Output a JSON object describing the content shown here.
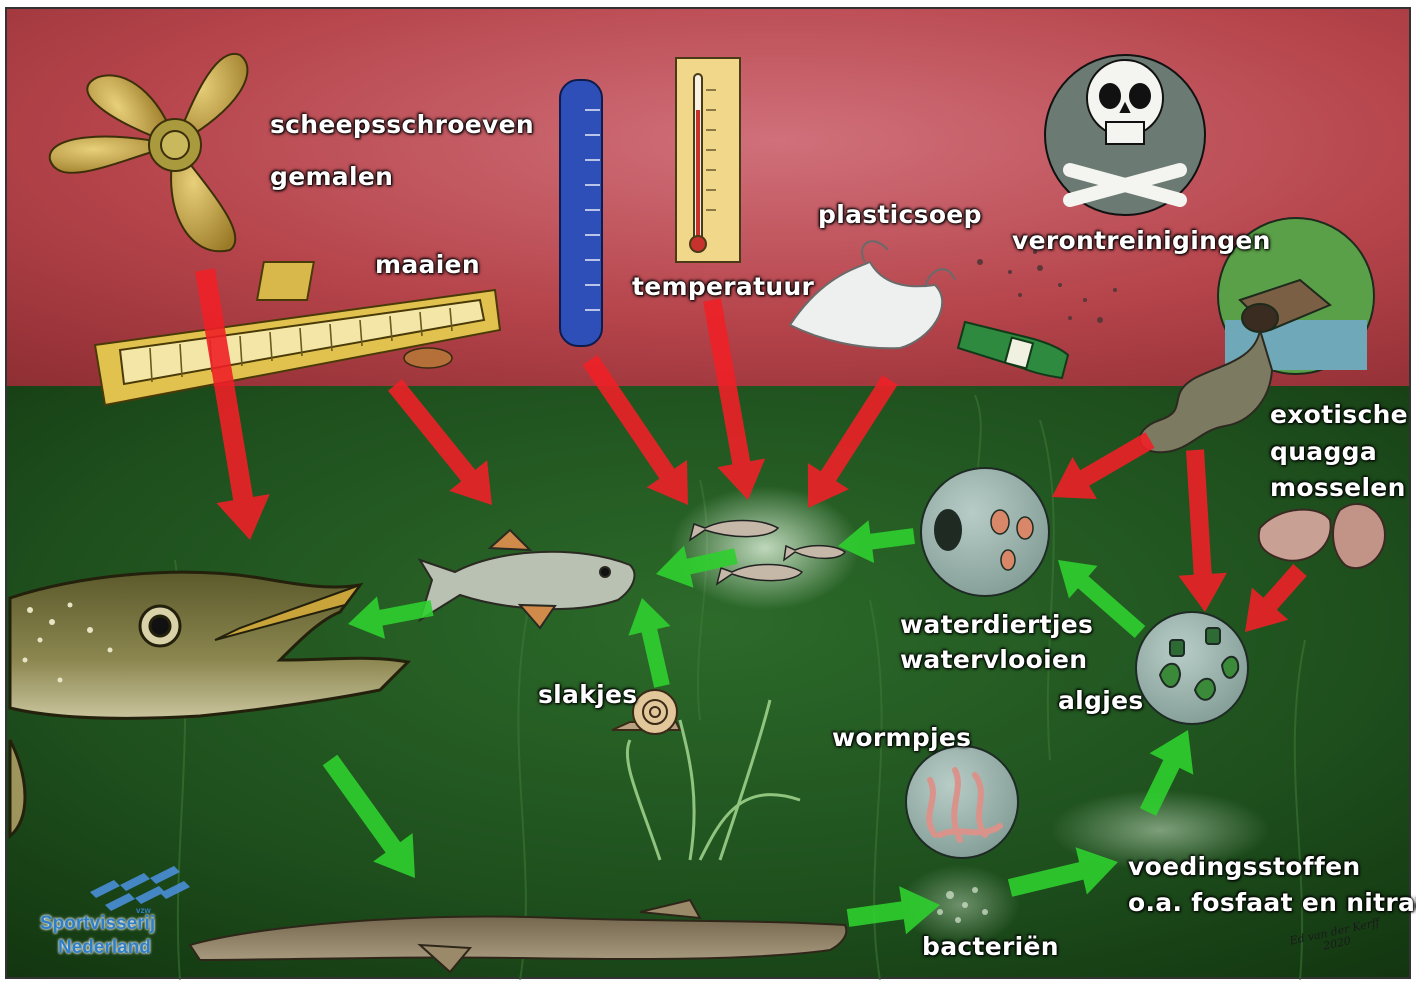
{
  "colors": {
    "threat_zone": "#b8474d",
    "water_zone": "#1f4d1c",
    "threat_arrow": "#ee2027",
    "food_arrow": "#2fcf2f"
  },
  "labels": {
    "scheepsschroeven": "scheepsschroeven",
    "gemalen": "gemalen",
    "maaien": "maaien",
    "temperatuur": "temperatuur",
    "plasticsoep": "plasticsoep",
    "verontreinigingen": "verontreinigingen",
    "exotische": "exotische",
    "quagga": "quagga",
    "mosselen": "mosselen",
    "waterdiertjes": "waterdiertjes",
    "watervlooien": "watervlooien",
    "algjes": "algjes",
    "slakjes": "slakjes",
    "wormpjes": "wormpjes",
    "voedingsstoffen": "voedingsstoffen",
    "fosfaat_nitraat": "o.a. fosfaat en nitraat",
    "bacterien": "bacteriën"
  },
  "logo": {
    "line1": "Sportvisserij",
    "line2": "Nederland",
    "vzw": "vzw"
  },
  "signature": {
    "name": "Ed van der Kerff",
    "year": "2020"
  },
  "icons": [
    "propeller-icon",
    "mower-icon",
    "measuring-rod-icon",
    "thermometer-icon",
    "plastic-bag-icon",
    "bottle-icon",
    "skull-crossbones-icon",
    "sewage-pipe-icon",
    "quagga-mussel-icon",
    "water-insects-icon",
    "algae-icon",
    "worms-icon",
    "snail-icon",
    "pike-icon",
    "roach-icon",
    "small-fish-icon",
    "dead-fish-icon",
    "water-plant-icon",
    "bacteria-icon"
  ]
}
